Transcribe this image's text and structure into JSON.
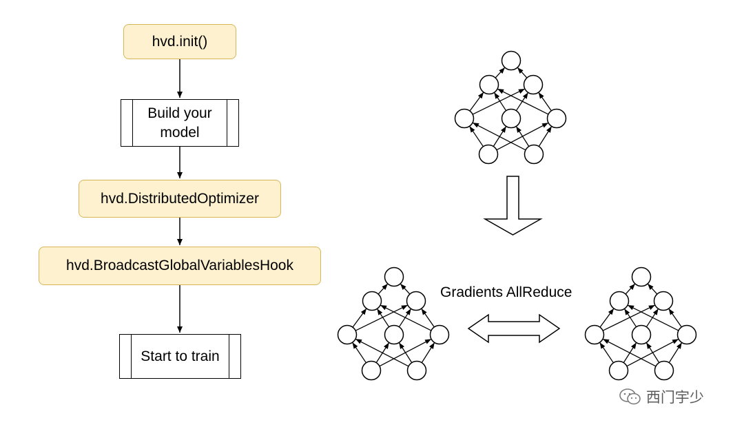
{
  "flow": {
    "init": "hvd.init()",
    "build": "Build your model",
    "optimizer": "hvd.DistributedOptimizer",
    "broadcast": "hvd.BroadcastGlobalVariablesHook",
    "train": "Start to train"
  },
  "diagram": {
    "allreduce_label": "Gradients AllReduce"
  },
  "watermark": {
    "text": "西门宇少",
    "icon": "wechat-icon"
  },
  "colors": {
    "api_fill": "#fdf1cf",
    "api_border": "#d6b656"
  }
}
